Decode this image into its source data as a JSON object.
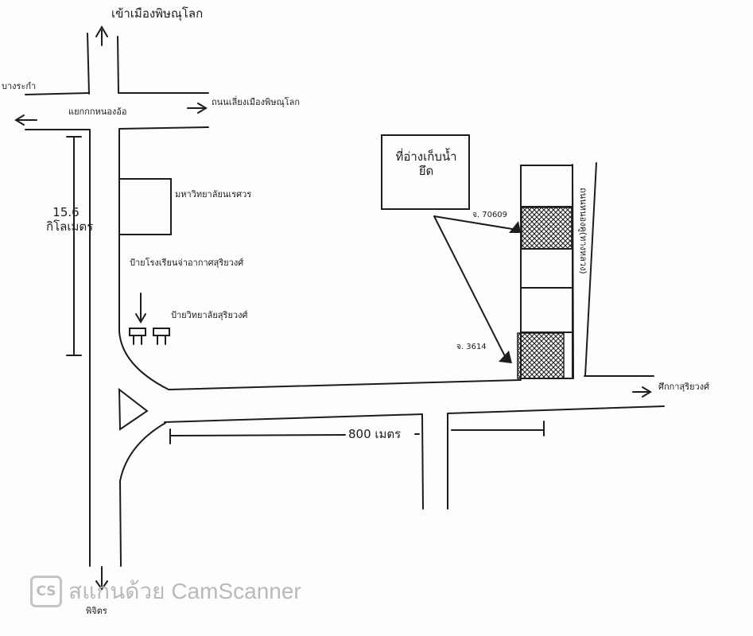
{
  "labels": {
    "north_dest": "เข้าเมืองพิษณุโลก",
    "west_dest": "บางระกำ",
    "intersection": "แยกกกหนองอ้อ",
    "east_dest": "ถนนเลี่ยงเมืองพิษณุโลก",
    "distance_vertical": "15.6 กิโลเมตร",
    "university": "มหาวิทยาลัยนเรศวร",
    "sign_upper": "ป้ายโรงเรียนจ่าอากาศสุริยวงศ์",
    "sign_lower": "ป้ายวิทยาลัยสุริยวงศ์",
    "distance_horizontal": "800 เมตร",
    "reservoir": "ที่อ่างเก็บน้ำยึด",
    "plot_top": "จ. 70609",
    "plot_bottom": "จ. 3614",
    "side_road": "ถนนหนองคู(ทางหลวง)",
    "east_branch": "ศึกกาสุริยวงศ์",
    "south_dest": "พิจิตร"
  },
  "watermark": {
    "logo": "CS",
    "text": "สแกนด้วย CamScanner"
  },
  "colors": {
    "ink": "#1a1a1a",
    "paper": "#fdfdfb",
    "watermark": "#bcbcbc"
  }
}
